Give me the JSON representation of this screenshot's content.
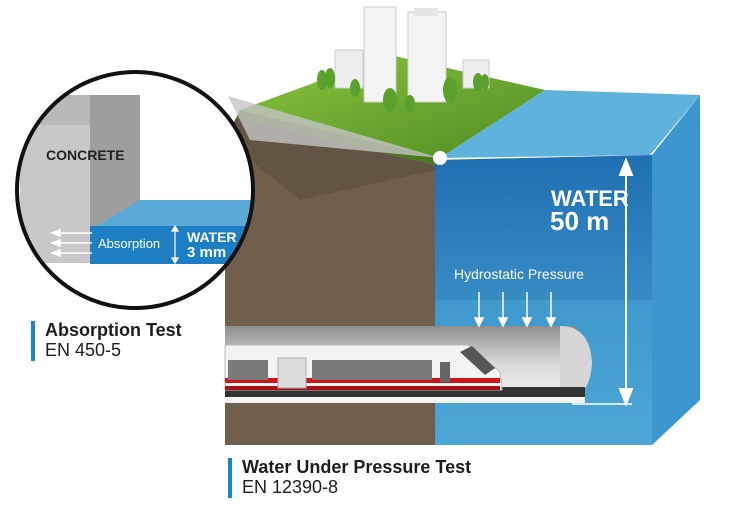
{
  "colors": {
    "accent": "#1a86c8",
    "soil": "#6f5f4c",
    "grass": "#6aa52a",
    "water_light": "#4aa5d4",
    "water_dark": "#1c6fb0",
    "train_stripe": "#d0141c"
  },
  "inset": {
    "concrete_label": "CONCRETE",
    "absorption_label": "Absorption",
    "water_label": "WATER",
    "water_depth": "3 mm"
  },
  "main": {
    "water_label": "WATER",
    "water_depth": "50 m",
    "pressure_label": "Hydrostatic Pressure"
  },
  "captions": [
    {
      "title": "Absorption Test",
      "standard": "EN 450-5"
    },
    {
      "title": "Water Under Pressure Test",
      "standard": "EN 12390-8"
    }
  ]
}
